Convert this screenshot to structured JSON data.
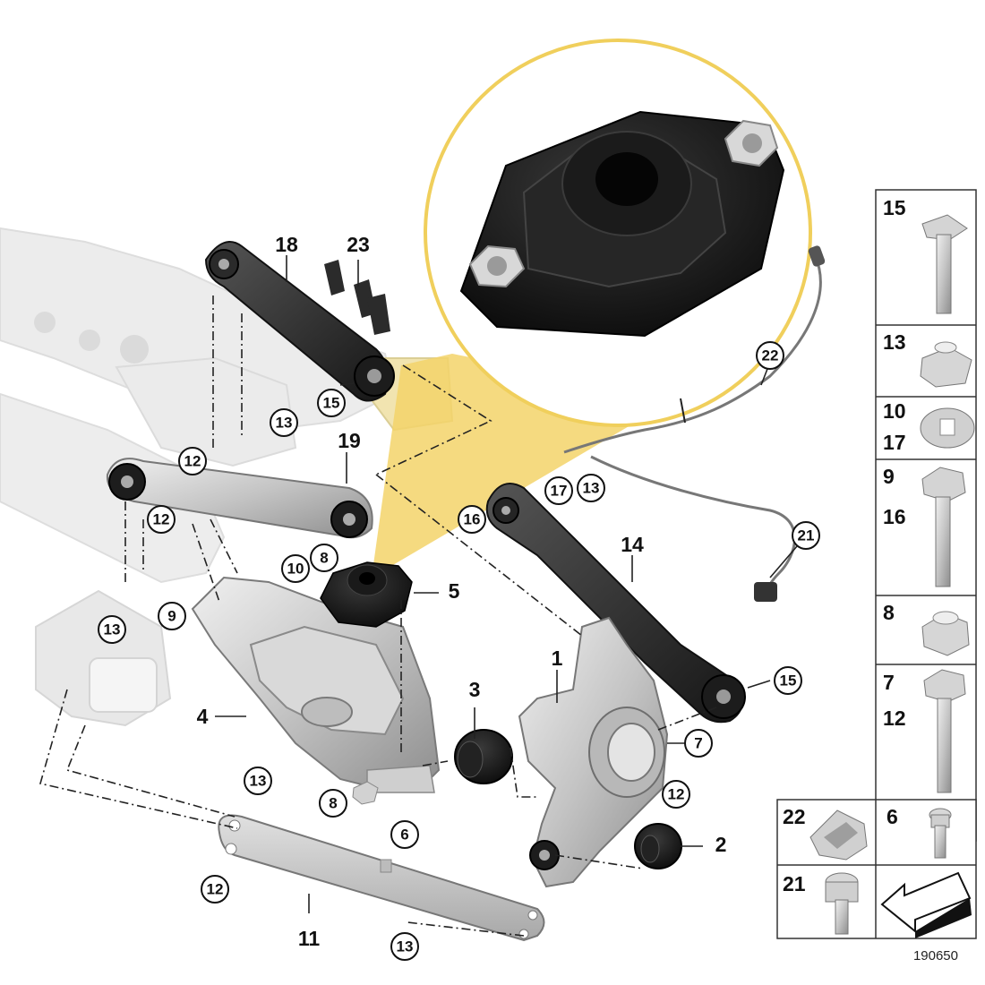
{
  "diagram_id": "190650",
  "callouts": [
    "15",
    "13",
    "12",
    "12",
    "13",
    "9",
    "10",
    "8",
    "16",
    "17",
    "13",
    "21",
    "22",
    "15",
    "7",
    "12",
    "8",
    "6",
    "13",
    "12",
    "13"
  ],
  "big_labels": [
    "18",
    "23",
    "19",
    "5",
    "14",
    "1",
    "3",
    "4",
    "11",
    "2"
  ],
  "panel": {
    "rows": [
      {
        "numbers": [
          "15"
        ]
      },
      {
        "numbers": [
          "13"
        ]
      },
      {
        "numbers": [
          "10",
          "17"
        ]
      },
      {
        "numbers": [
          "9",
          "16"
        ]
      },
      {
        "numbers": [
          "8"
        ]
      },
      {
        "numbers": [
          "7",
          "12"
        ]
      }
    ],
    "bottom_left": [
      {
        "numbers": [
          "22"
        ]
      },
      {
        "numbers": [
          "21"
        ]
      }
    ],
    "bottom_right": {
      "numbers": [
        "6"
      ]
    }
  },
  "colors": {
    "highlight": "#f3d36a",
    "frame_ghost": "#e2e2e2",
    "mount_rubber": "#1c1c1c",
    "metal": "#c9c9c9"
  }
}
